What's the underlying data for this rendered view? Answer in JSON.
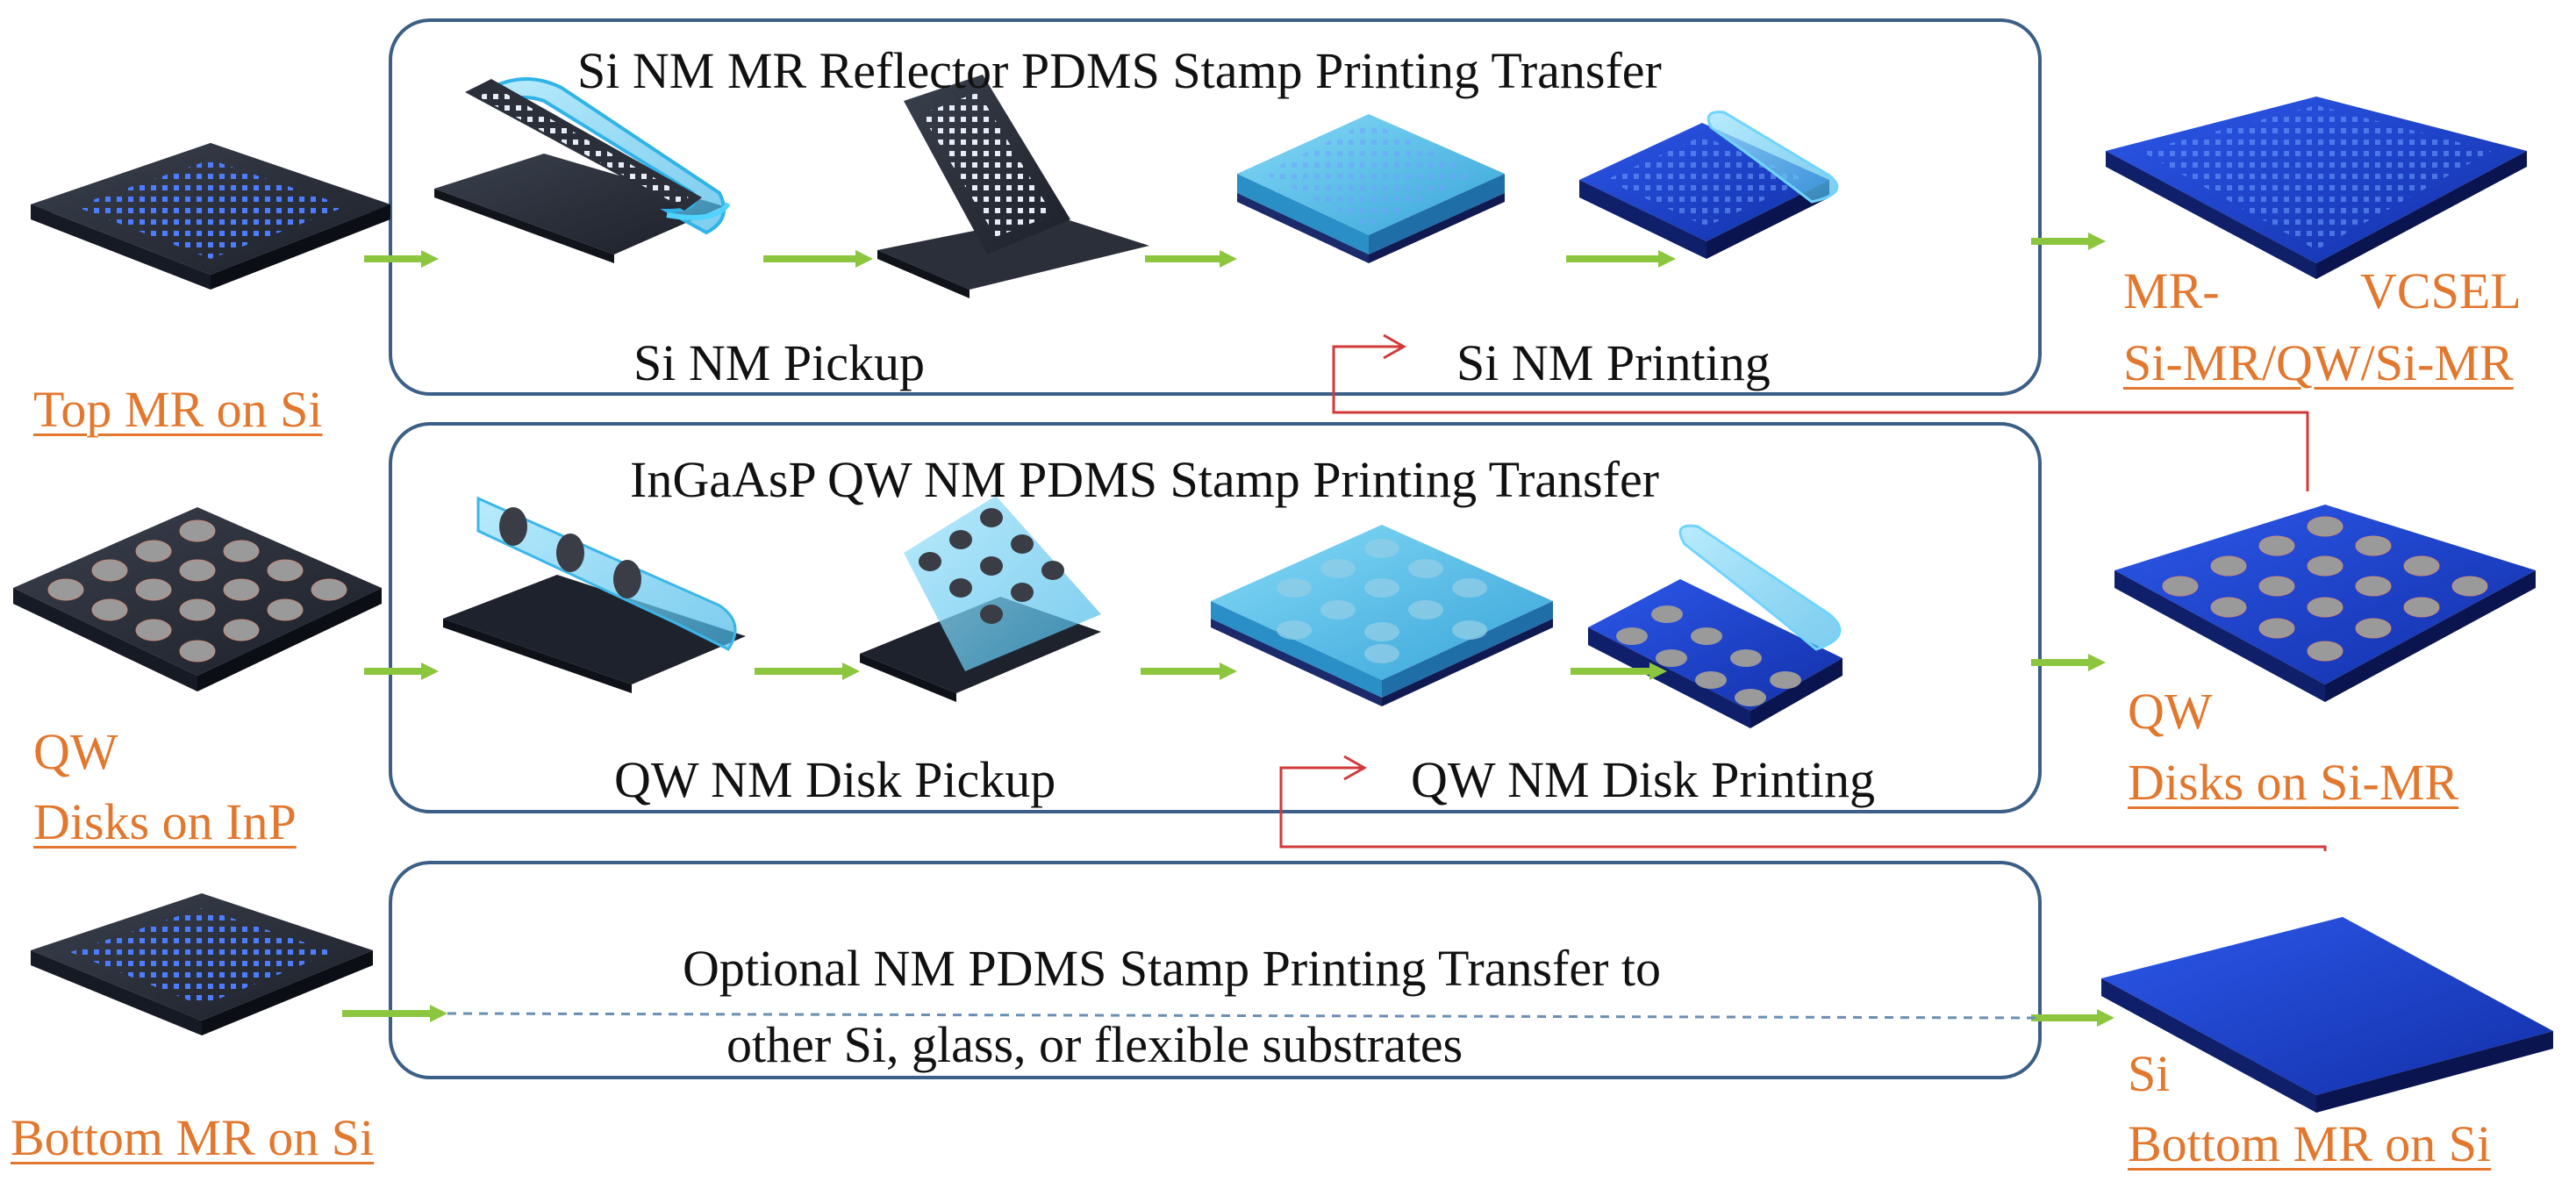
{
  "colors": {
    "panel_border": "#3b5f86",
    "flow_arrow": "#8cc63f",
    "link_line": "#d23a3a",
    "label_orange": "#e2772e",
    "substrate_dark": "#2a2f3a",
    "blue_top": "#1f45d8",
    "stamp_cyan": "#59c4ee",
    "disk_gray": "#9a9a9a"
  },
  "panels": {
    "top": {
      "title": "Si NM MR Reflector PDMS Stamp Printing Transfer",
      "step1": "Si NM Pickup",
      "step2": "Si NM Printing"
    },
    "middle": {
      "title": "InGaAsP QW NM PDMS Stamp Printing Transfer",
      "step1": "QW NM Disk Pickup",
      "step2": "QW NM Disk Printing"
    },
    "bottom": {
      "line1": "Optional NM PDMS Stamp Printing Transfer to",
      "line2": "other Si, glass, or flexible substrates"
    }
  },
  "sources": {
    "top": "Top MR on Si",
    "middle_line1": "QW",
    "middle_line2": "Disks on InP",
    "bottom": "Bottom MR on Si"
  },
  "results": {
    "top_word1": "MR-",
    "top_word2": "VCSEL",
    "top_line2": "Si-MR/QW/Si-MR",
    "middle_line1": "QW",
    "middle_line2": "Disks on Si-MR",
    "bottom_line1": "Si",
    "bottom_line2": "Bottom MR on Si"
  }
}
